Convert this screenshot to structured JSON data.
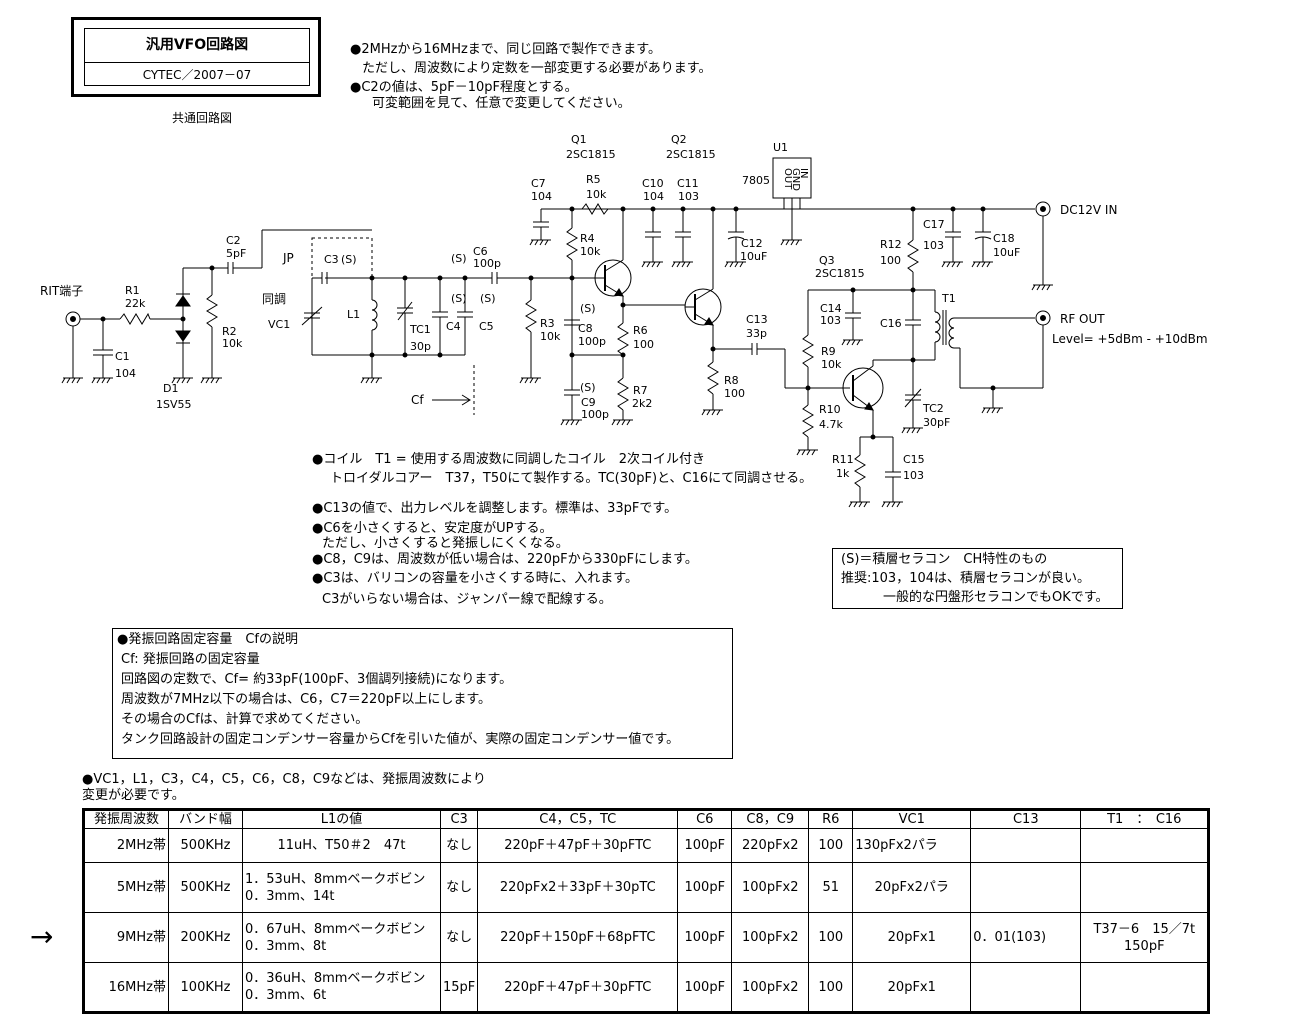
{
  "title": {
    "main": "汎用VFO回路図",
    "sub": "CYTEC／2007－07",
    "caption": "共通回路図"
  },
  "top_notes": [
    "●2MHzから16MHzまで、同じ回路で製作できます。",
    "ただし、周波数により定数を一部変更する必要があります。",
    "●C2の値は、5pF－10pF程度とする。",
    "可変範囲を見て、任意で変更してください。"
  ],
  "labels": {
    "rit": "RIT端子",
    "r1": "R1",
    "r1v": "22k",
    "c1": "C1",
    "c1v": "104",
    "d1": "D1",
    "d1v": "1SV55",
    "c2": "C2",
    "c2v": "5pF",
    "r2": "R2",
    "r2v": "10k",
    "jp": "JP",
    "douchou": "同調",
    "vc1": "VC1",
    "c3": "C3",
    "s": "(S)",
    "l1": "L1",
    "tc1": "TC1",
    "tc1v": "30p",
    "c4": "C4",
    "c5": "C5",
    "cf": "Cf",
    "c6": "C6",
    "c6v": "100p",
    "r3": "R3",
    "r3v": "10k",
    "c7": "C7",
    "c7v": "104",
    "q1": "Q1",
    "q1v": "2SC1815",
    "q2": "Q2",
    "q2v": "2SC1815",
    "r5": "R5",
    "r5v": "10k",
    "r4": "R4",
    "r4v": "10k",
    "c8": "C8",
    "c8v": "100p",
    "c9": "C9",
    "c9v": "100p",
    "r6": "R6",
    "r6v": "100",
    "r7": "R7",
    "r7v": "2k2",
    "c10": "C10",
    "c10v": "104",
    "c11": "C11",
    "c11v": "103",
    "c12": "C12",
    "c12v": "10uF",
    "r8": "R8",
    "r8v": "100",
    "c13": "C13",
    "c13v": "33p",
    "u1": "U1",
    "u1v": "7805",
    "u1pins": [
      "OUT",
      "GND",
      "IN"
    ],
    "dc": "DC12V IN",
    "r12": "R12",
    "r12v": "100",
    "c17": "C17",
    "c17v": "103",
    "c18": "C18",
    "c18v": "10uF",
    "q3": "Q3",
    "q3v": "2SC1815",
    "c14": "C14",
    "c14v": "103",
    "c16": "C16",
    "t1": "T1",
    "rfout": "RF OUT",
    "level": "Level= +5dBm - +10dBm",
    "r9": "R9",
    "r9v": "10k",
    "r10": "R10",
    "r10v": "4.7k",
    "tc2": "TC2",
    "tc2v": "30pF",
    "r11": "R11",
    "r11v": "1k",
    "c15": "C15",
    "c15v": "103"
  },
  "mid_notes": [
    "●コイル　T1 = 使用する周波数に同調したコイル　2次コイル付き",
    "トロイダルコアー　T37，T50にて製作する。TC(30pF)と、C16にて同調させる。",
    "●C13の値で、出力レベルを調整します。標準は、33pFです。",
    "●C6を小さくすると、安定度がUPする。",
    "ただし、小さくすると発振しにくくなる。",
    "●C8，C9は、周波数が低い場合は、220pFから330pFにします。",
    "●C3は、バリコンの容量を小さくする時に、入れます。",
    "C3がいらない場合は、ジャンパー線で配線する。"
  ],
  "s_box": [
    "(S)＝積層セラコン　CH特性のもの",
    "推奨:103，104は、積層セラコンが良い。",
    "一般的な円盤形セラコンでもOKです。"
  ],
  "cf_box": [
    "●発振回路固定容量　Cfの説明",
    "Cf: 発振回路の固定容量",
    "回路図の定数で、Cf= 約33pF(100pF、3個調列接続)になります。",
    "周波数が7MHz以下の場合は、C6，C7＝220pF以上にします。",
    "その場合のCfは、計算で求めてください。",
    "タンク回路設計の固定コンデンサー容量からCfを引いた値が、実際の固定コンデンサー値です。"
  ],
  "table_note": [
    "●VC1，L1，C3，C4，C5，C6，C8，C9などは、発振周波数により",
    "変更が必要です。"
  ],
  "arrow": "→",
  "table": {
    "headers": [
      "発振周波数",
      "バンド幅",
      "L1の値",
      "C3",
      "C4，C5，TC",
      "C6",
      "C8，C9",
      "R6",
      "VC1",
      "C13",
      "T1　：　C16"
    ],
    "rows": [
      {
        "freq": "2MHz帯",
        "bw": "500KHz",
        "l1a": "11uH、T50＃2　47t",
        "l1b": "",
        "c3": "なし",
        "c4": "220pF＋47pF＋30pFTC",
        "c6": "100pF",
        "c8": "220pFx2",
        "r6": "100",
        "vc1": "130pFx2パラ",
        "c13": "",
        "t1a": "",
        "t1b": ""
      },
      {
        "freq": "5MHz帯",
        "bw": "500KHz",
        "l1a": "1．53uH、8mmベークボビン",
        "l1b": "0．3mm、14t",
        "c3": "なし",
        "c4": "220pFx2＋33pF＋30pTC",
        "c6": "100pF",
        "c8": "100pFx2",
        "r6": "51",
        "vc1": "20pFx2パラ",
        "c13": "",
        "t1a": "",
        "t1b": ""
      },
      {
        "freq": "9MHz帯",
        "bw": "200KHz",
        "l1a": "0．67uH、8mmベークボビン",
        "l1b": "0．3mm、8t",
        "c3": "なし",
        "c4": "220pF＋150pF＋68pFTC",
        "c6": "100pF",
        "c8": "100pFx2",
        "r6": "100",
        "vc1": "20pFx1",
        "c13": "0．01(103)",
        "t1a": "T37－6　15／7t",
        "t1b": "150pF"
      },
      {
        "freq": "16MHz帯",
        "bw": "100KHz",
        "l1a": "0．36uH、8mmベークボビン",
        "l1b": "0．3mm、6t",
        "c3": "15pF",
        "c4": "220pF＋47pF＋30pFTC",
        "c6": "100pF",
        "c8": "100pFx2",
        "r6": "100",
        "vc1": "20pFx1",
        "c13": "",
        "t1a": "",
        "t1b": ""
      }
    ]
  }
}
